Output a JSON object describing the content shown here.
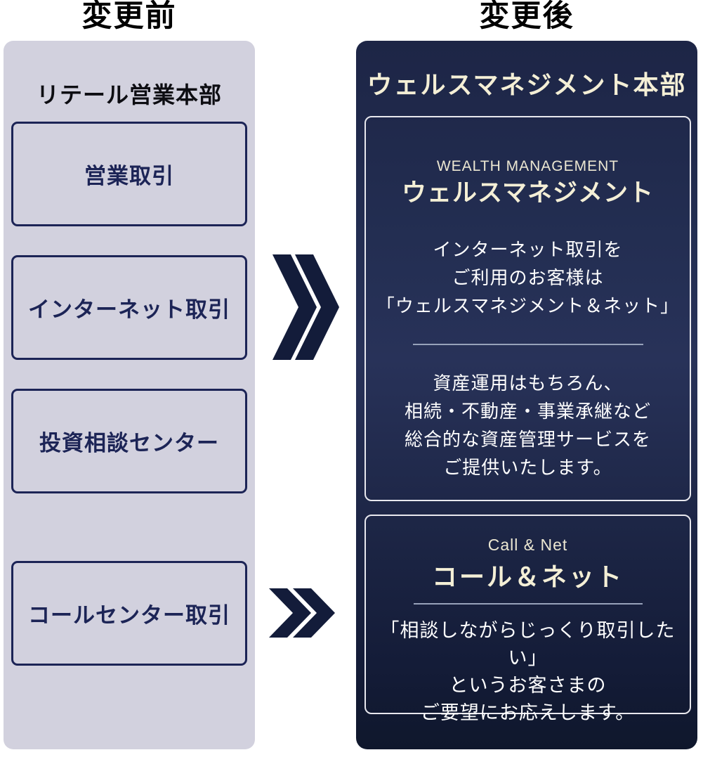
{
  "headers": {
    "before": "変更前",
    "after": "変更後"
  },
  "before_panel": {
    "title": "リテール営業本部",
    "boxes": [
      "営業取引",
      "インターネット取引",
      "投資相談センター",
      "コールセンター取引"
    ]
  },
  "after_panel": {
    "title": "ウェルスマネジメント本部",
    "sections": [
      {
        "label_en": "WEALTH MANAGEMENT",
        "label_ja": "ウェルスマネジメント",
        "paragraph1": [
          "インターネット取引を",
          "ご利用のお客様は",
          "「ウェルスマネジメント＆ネット」"
        ],
        "paragraph2": [
          "資産運用はもちろん、",
          "相続・不動産・事業承継など",
          "総合的な資産管理サービスを",
          "ご提供いたします。"
        ]
      },
      {
        "label_en": "Call & Net",
        "label_ja": "コール＆ネット",
        "paragraph1": [
          "「相談しながらじっくり取引したい」",
          "というお客さまの",
          "ご要望にお応えします。"
        ]
      }
    ]
  },
  "icons": {
    "arrow_large": "double-chevron-right-icon",
    "arrow_small": "double-chevron-right-icon"
  },
  "colors": {
    "before_panel_bg": "#d2d1de",
    "before_box_border": "#1c2456",
    "after_panel_top": "#1d2546",
    "after_panel_mid": "#283259",
    "after_panel_bottom": "#0f172c",
    "cream_accent": "#f4efd6",
    "divider": "#97a2ba",
    "arrow": "#131c3a",
    "body_text": "#ffffff",
    "heading_text": "#000000"
  }
}
